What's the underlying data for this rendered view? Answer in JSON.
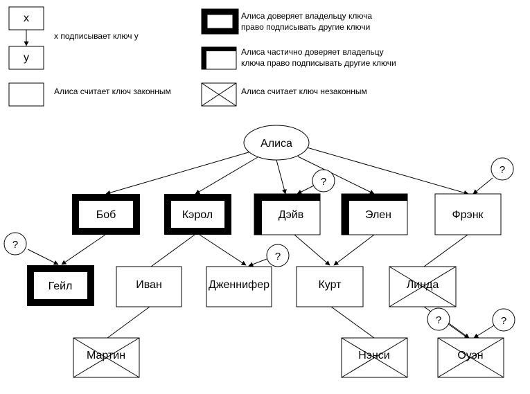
{
  "legend": {
    "x_symbol": "x",
    "y_symbol": "y",
    "signs_text": "x подписывает ключ y",
    "valid_text": "Алиса считает ключ законным",
    "full_trust_text_line1": "Алиса доверяет владельцу ключа",
    "full_trust_text_line2": "право подписывать другие ключи",
    "partial_trust_text_line1": "Алиса частично доверяет владельцу",
    "partial_trust_text_line2": "ключа право подписывать другие ключи",
    "invalid_text": "Алиса считает ключ незаконным"
  },
  "nodes": {
    "alice": "Алиса",
    "bob": "Боб",
    "carol": "Кэрол",
    "dave": "Дэйв",
    "ellen": "Элен",
    "frank": "Фрэнк",
    "gail": "Гейл",
    "ivan": "Иван",
    "jennifer": "Дженнифер",
    "kurt": "Курт",
    "linda": "Линда",
    "martin": "Мартин",
    "nancy": "Нэнси",
    "owen": "Оуэн"
  },
  "unknown_mark": "?"
}
